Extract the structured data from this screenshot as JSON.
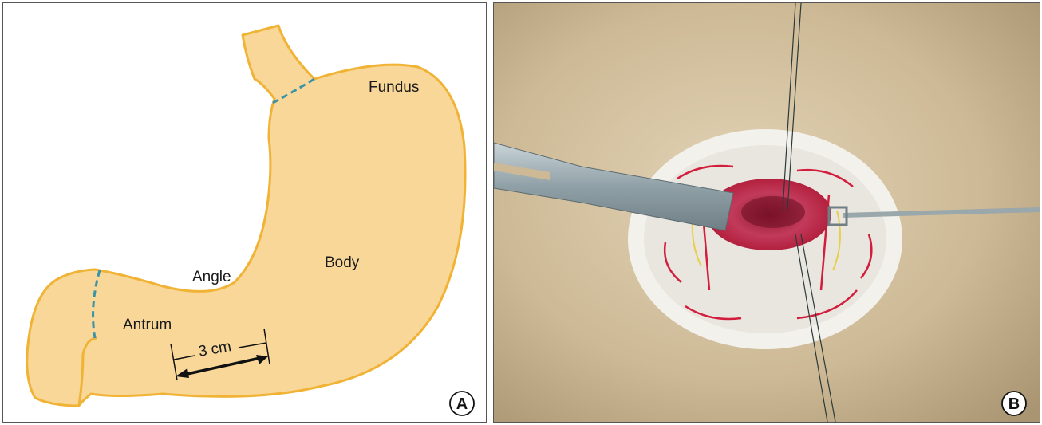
{
  "panel_a": {
    "labels": {
      "fundus": "Fundus",
      "body": "Body",
      "angle": "Angle",
      "antrum": "Antrum",
      "measure": "3 cm"
    },
    "badge": "A",
    "colors": {
      "fill": "#f8d799",
      "outline": "#f0b335",
      "dash": "#3a93a6"
    }
  },
  "panel_b": {
    "badge": "B"
  }
}
